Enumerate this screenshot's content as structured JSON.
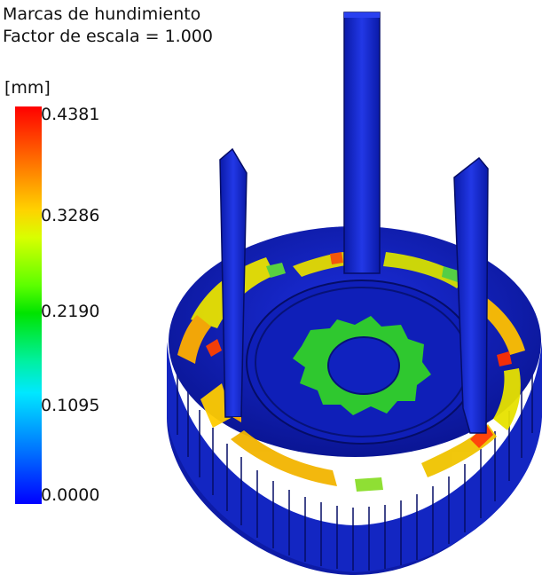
{
  "title": "Marcas de hundimiento",
  "scale_factor": "Factor de escala = 1.000",
  "legend": {
    "unit": "[mm]",
    "ticks": [
      "0.4381",
      "0.3286",
      "0.2190",
      "0.1095",
      "0.0000"
    ],
    "colors": {
      "max": "#ff0000",
      "high": "#ffd200",
      "mid": "#00e400",
      "low": "#00e8ff",
      "min": "#0000ff"
    }
  },
  "model": {
    "description_icon": "gear-part-icon",
    "base_color": "#1423c8"
  }
}
